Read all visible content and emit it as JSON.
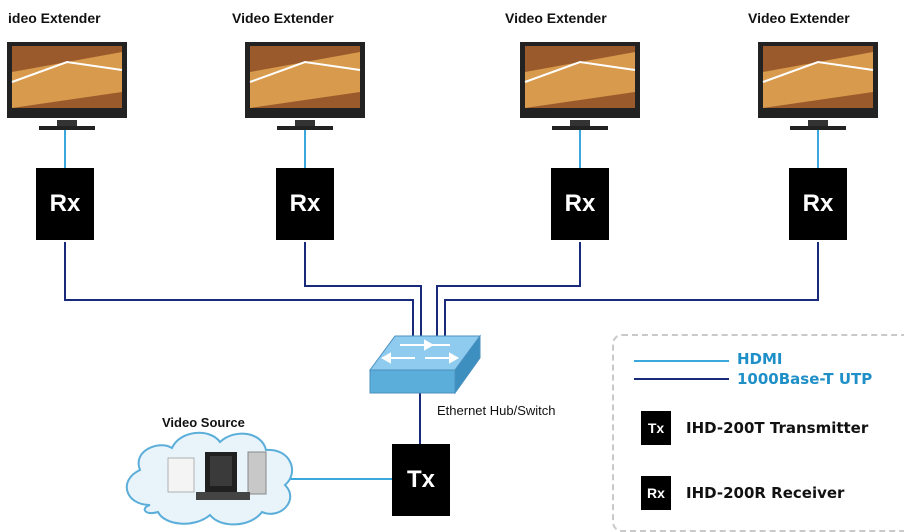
{
  "extenders": [
    {
      "label": "ideo Extender",
      "rx_label": "Rx"
    },
    {
      "label": "Video Extender",
      "rx_label": "Rx"
    },
    {
      "label": "Video Extender",
      "rx_label": "Rx"
    },
    {
      "label": "Video Extender",
      "rx_label": "Rx"
    }
  ],
  "hub": {
    "label": "Ethernet Hub/Switch"
  },
  "source": {
    "label": "Video Source"
  },
  "transmitter": {
    "label": "Tx"
  },
  "legend": {
    "hdmi": "HDMI",
    "utp": "1000Base-T UTP",
    "tx_badge": "Tx",
    "tx_desc": "IHD-200T Transmitter",
    "rx_badge": "Rx",
    "rx_desc": "IHD-200R Receiver"
  },
  "colors": {
    "hdmi": "#3aa8dc",
    "utp": "#1a2a7a",
    "legend_text": "#1f8fc8",
    "hub": "#6cb7e0"
  }
}
